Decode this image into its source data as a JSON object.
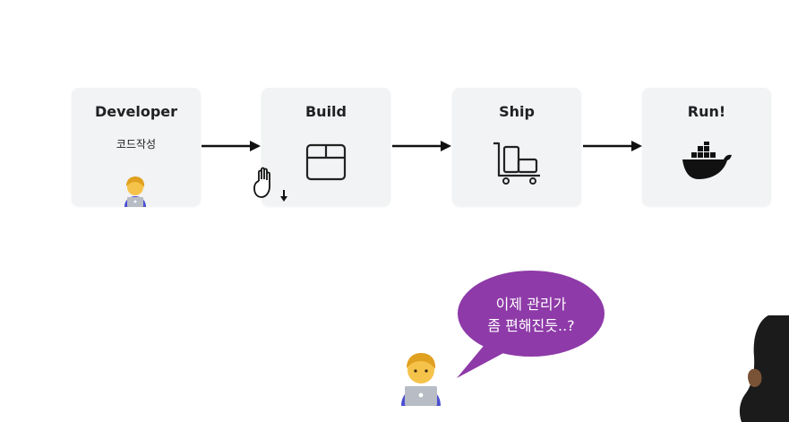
{
  "steps": [
    {
      "title": "Developer",
      "subtitle": "코드작성",
      "icon": "developer-emoji"
    },
    {
      "title": "Build",
      "icon": "box-icon"
    },
    {
      "title": "Ship",
      "icon": "cart-icon"
    },
    {
      "title": "Run!",
      "icon": "docker-whale-icon"
    }
  ],
  "speech_bubble": {
    "line1": "이제 관리가",
    "line2": "좀 편해진듯..?"
  },
  "colors": {
    "card_bg": "#f1f3f4",
    "bubble_purple": "#8e3aa8",
    "arrow": "#111111",
    "text": "#202124"
  },
  "icons": {
    "cursor": "hand-cursor-icon",
    "character": "technologist-emoji"
  }
}
